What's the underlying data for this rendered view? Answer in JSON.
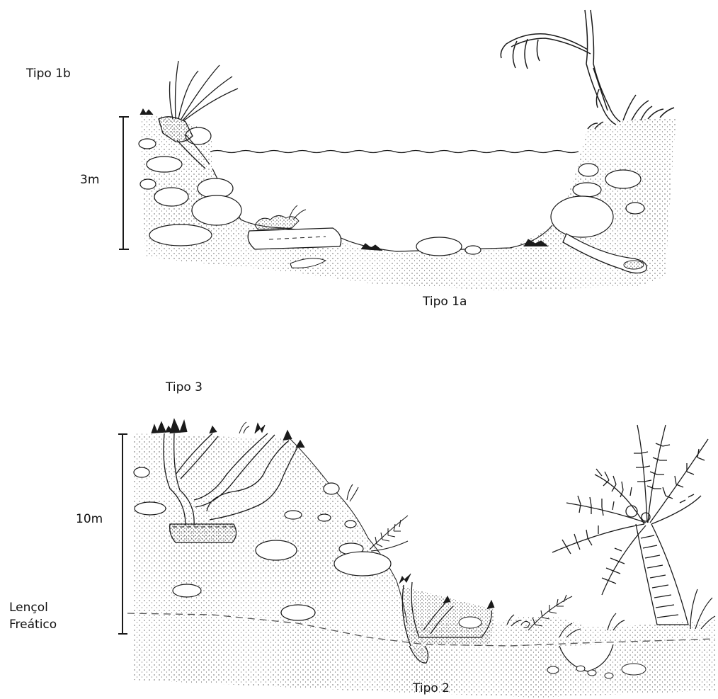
{
  "labels": {
    "tipo_1b": "Tipo 1b",
    "tipo_1a": "Tipo 1a",
    "scale_top": "3m",
    "tipo_3": "Tipo 3",
    "scale_bottom": "10m",
    "lencol_line1": "Lençol",
    "lencol_line2": "Freático",
    "tipo_2": "Tipo 2"
  },
  "colors": {
    "ink": "#1a1a1a",
    "paper": "#ffffff",
    "stipple": "#555555"
  }
}
